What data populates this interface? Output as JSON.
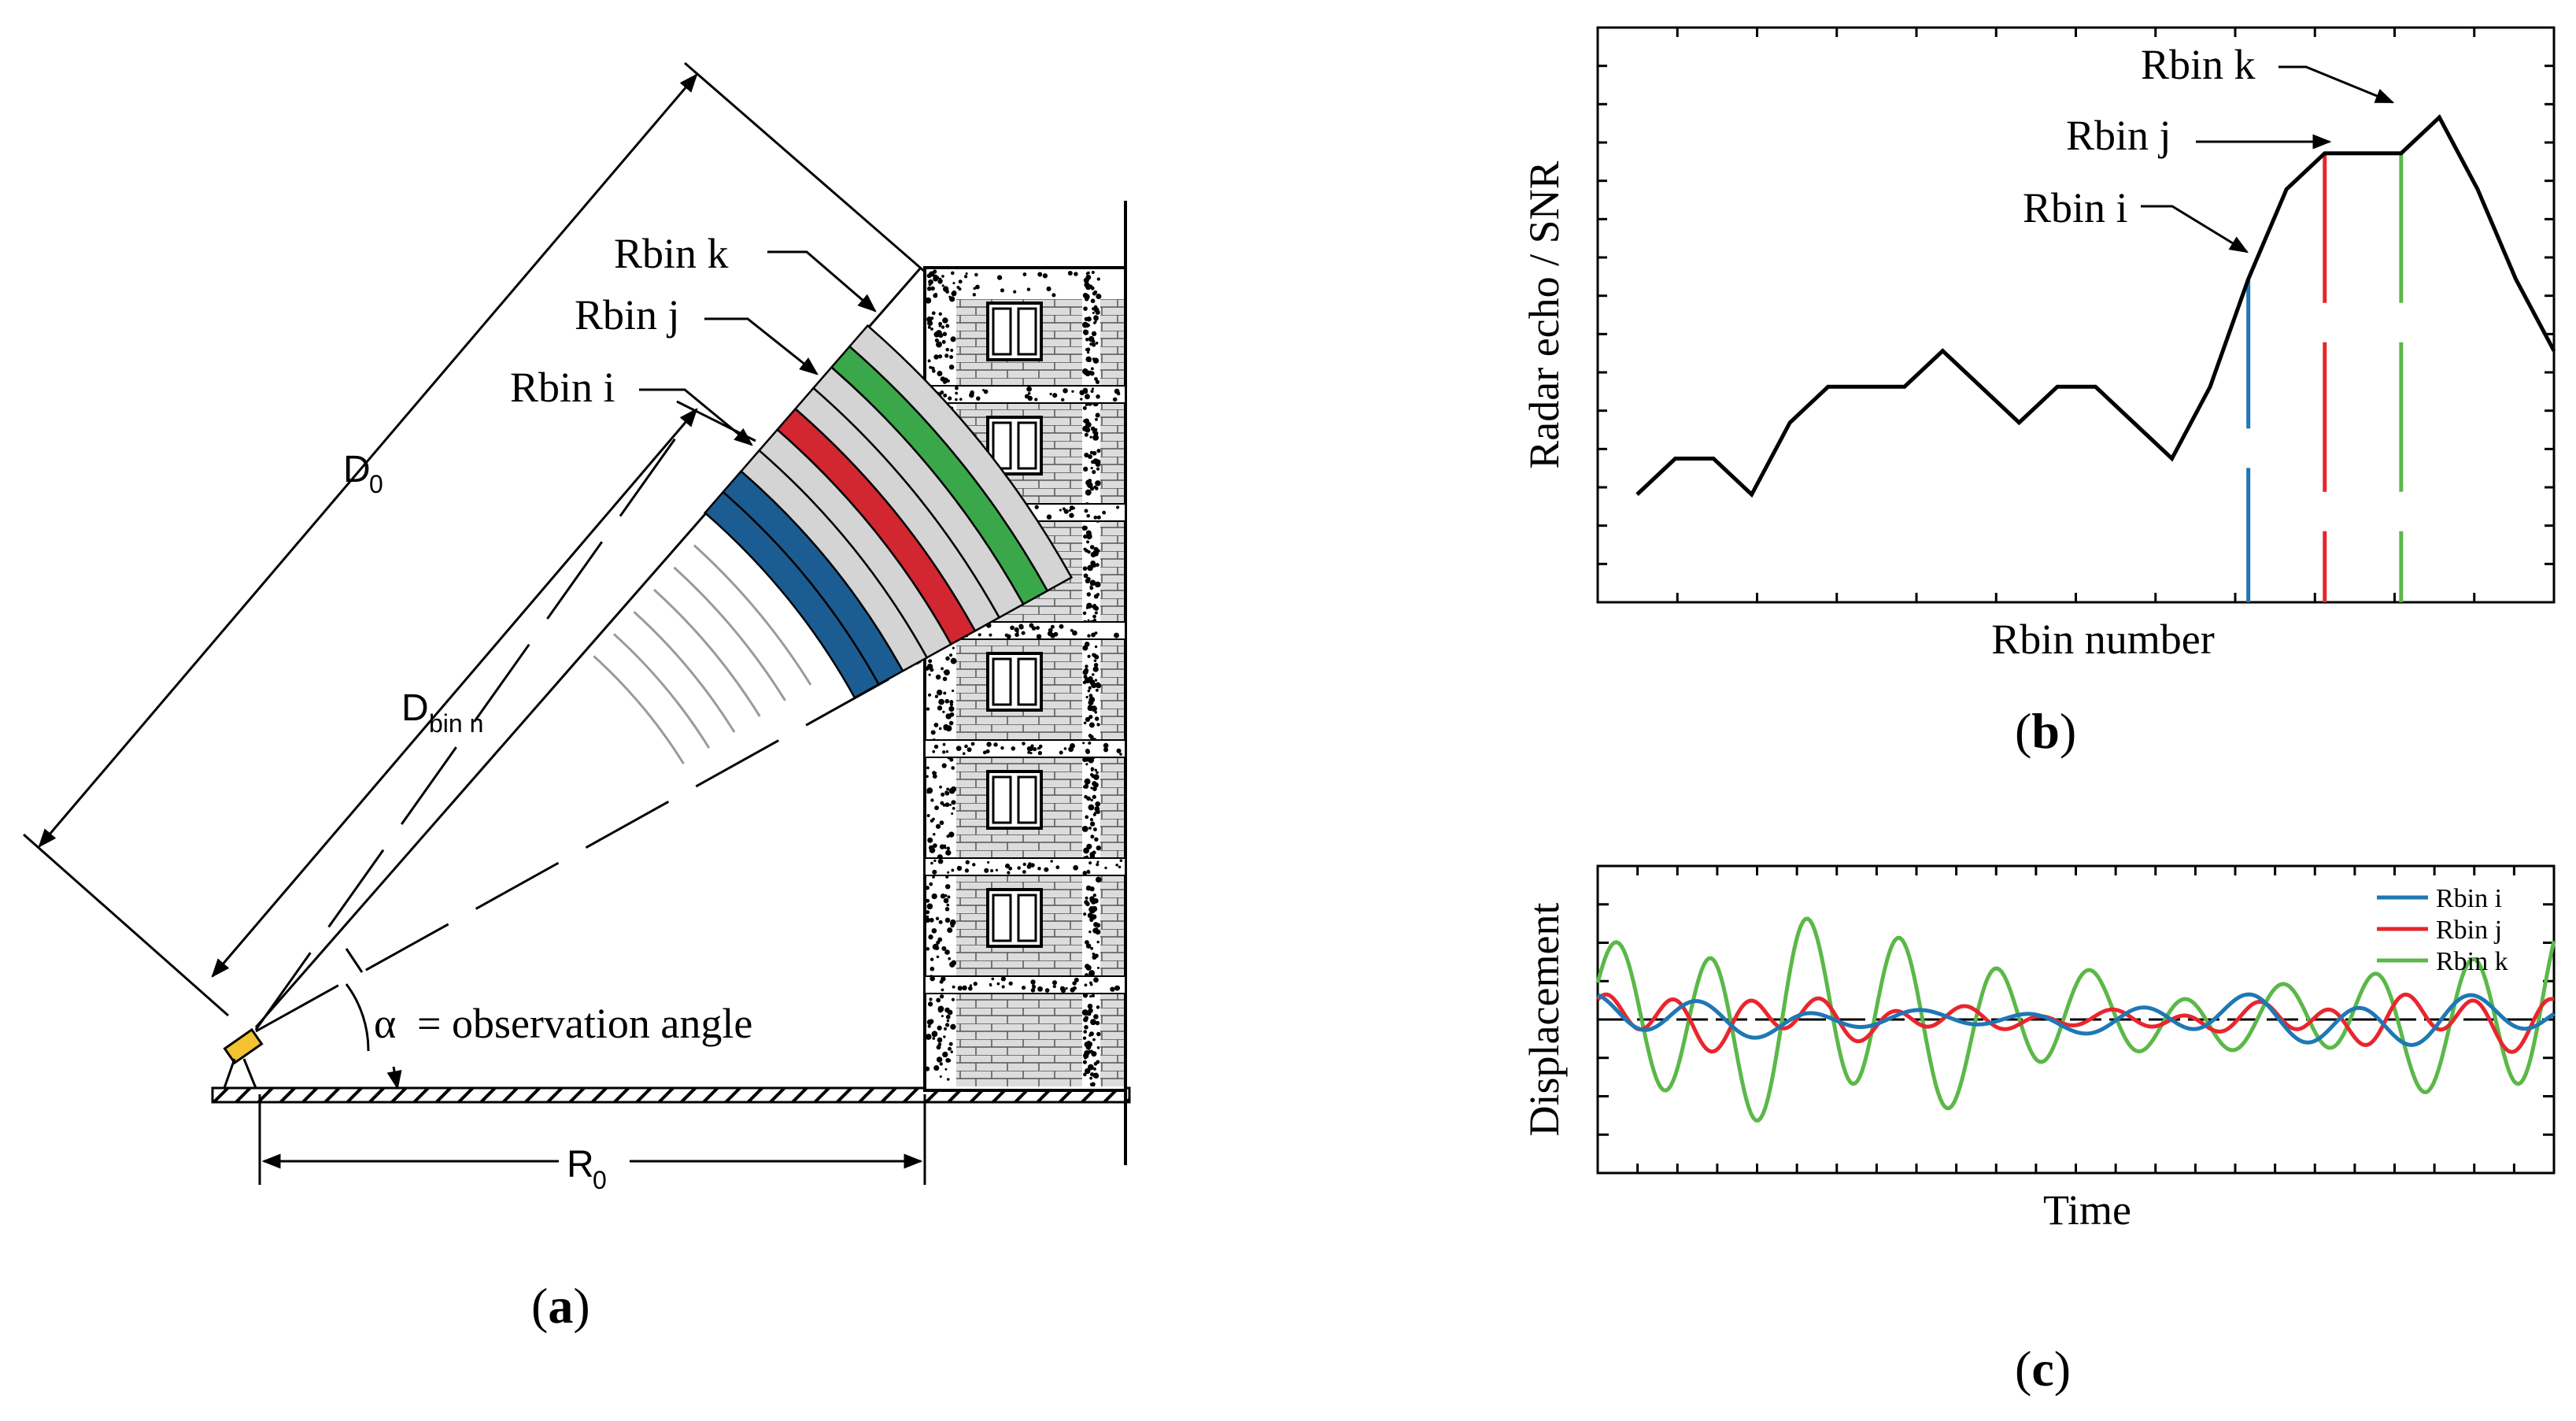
{
  "panel_a": {
    "caption": "(a)",
    "caption_open": "(",
    "caption_letter": "a",
    "caption_close": ")",
    "label_d0": "D",
    "label_d0_sub": "0",
    "label_dbin": "D",
    "label_dbin_sub": "bin n",
    "label_r0": "R",
    "label_r0_sub": "0",
    "angle_symbol": "α",
    "angle_text": "= observation angle",
    "rbin_k": "Rbin k",
    "rbin_j": "Rbin j",
    "rbin_i": "Rbin i"
  },
  "panel_b": {
    "caption_open": "(",
    "caption_letter": "b",
    "caption_close": ")",
    "ylabel": "Radar echo / SNR",
    "xlabel": "Rbin number",
    "annot_k": "Rbin k",
    "annot_j": "Rbin j",
    "annot_i": "Rbin i"
  },
  "panel_c": {
    "caption_open": "(",
    "caption_letter": "c",
    "caption_close": ")",
    "ylabel": "Displacement",
    "xlabel": "Time",
    "legend": [
      "Rbin i",
      "Rbin j",
      "Rbin k"
    ]
  },
  "colors": {
    "rbin_i": "#1f77b4",
    "rbin_j": "#e8262d",
    "rbin_k": "#5bb848",
    "band_i": "#1b5d93",
    "band_j": "#d22630",
    "band_k": "#3aa84a",
    "band_gray": "#d4d4d4",
    "radar_body": "#f2c230"
  },
  "chart_data": [
    {
      "type": "line",
      "panel": "b",
      "xlabel": "Rbin number",
      "ylabel": "Radar echo / SNR",
      "x": [
        1,
        2,
        3,
        4,
        5,
        6,
        7,
        8,
        9,
        10,
        11,
        12,
        13,
        14,
        15,
        16,
        17,
        18,
        19,
        20,
        21,
        22,
        23,
        24,
        25
      ],
      "values": [
        3.0,
        4.0,
        4.0,
        3.0,
        5.0,
        6.0,
        6.0,
        6.0,
        7.0,
        6.0,
        5.0,
        6.0,
        6.0,
        5.0,
        4.0,
        6.0,
        9.0,
        11.5,
        12.5,
        12.5,
        12.5,
        13.5,
        11.5,
        9.0,
        7.0
      ],
      "ylim": [
        0,
        16
      ],
      "markers": [
        {
          "name": "Rbin i",
          "x": 17
        },
        {
          "name": "Rbin j",
          "x": 19
        },
        {
          "name": "Rbin k",
          "x": 21
        }
      ]
    },
    {
      "type": "line",
      "panel": "c",
      "xlabel": "Time",
      "ylabel": "Displacement",
      "ylim": [
        -4,
        4
      ],
      "series": [
        {
          "name": "Rbin i",
          "amplitude": 0.5,
          "period": 8
        },
        {
          "name": "Rbin j",
          "amplitude": 0.5,
          "period": 6
        },
        {
          "name": "Rbin k",
          "amplitude": 1.5,
          "period": 5
        }
      ]
    }
  ]
}
